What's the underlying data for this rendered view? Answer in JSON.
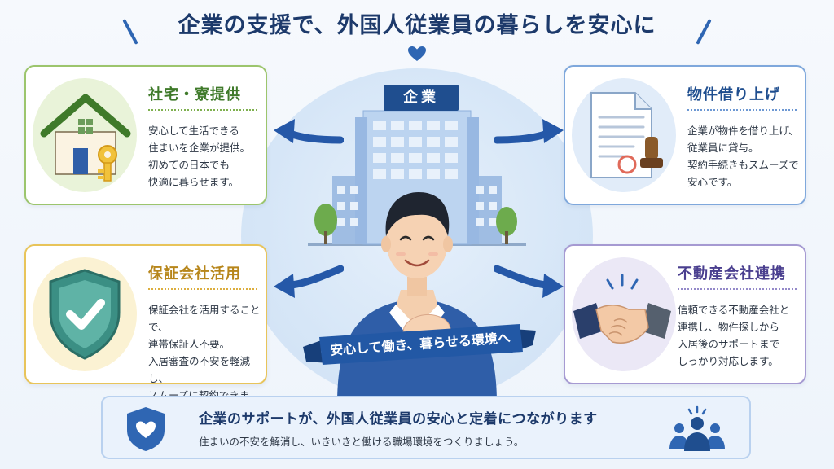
{
  "title": "企業の支援で、外国人従業員の暮らしを安心に",
  "center": {
    "company_sign": "企業",
    "ribbon": "安心して働き、暮らせる環境へ"
  },
  "cards": {
    "housing": {
      "title": "社宅・寮提供",
      "lines": [
        "安心して生活できる",
        "住まいを企業が提供。",
        "初めての日本でも",
        "快適に暮らせます。"
      ],
      "icon": "house-key-icon"
    },
    "lease": {
      "title": "物件借り上げ",
      "lines": [
        "企業が物件を借り上げ、",
        "従業員に貸与。",
        "契約手続きもスムーズで",
        "安心です。"
      ],
      "icon": "contract-stamp-icon"
    },
    "guarantee": {
      "title": "保証会社活用",
      "lines": [
        "保証会社を活用することで、",
        "連帯保証人不要。",
        "入居審査の不安を軽減し、",
        "スムーズに契約できます。"
      ],
      "icon": "shield-check-icon"
    },
    "realestate": {
      "title": "不動産会社連携",
      "lines": [
        "信頼できる不動産会社と",
        "連携し、物件探しから",
        "入居後のサポートまで",
        "しっかり対応します。"
      ],
      "icon": "handshake-icon"
    }
  },
  "banner": {
    "main": "企業のサポートが、外国人従業員の安心と定着につながります",
    "sub": "住まいの不安を解消し、いきいきと働ける職場環境をつくりましょう。"
  },
  "colors": {
    "navy": "#1d3a6b",
    "blue": "#2f66b3",
    "green": "#9cc56d",
    "yellow": "#e8c45a",
    "purple": "#a69ad2"
  }
}
